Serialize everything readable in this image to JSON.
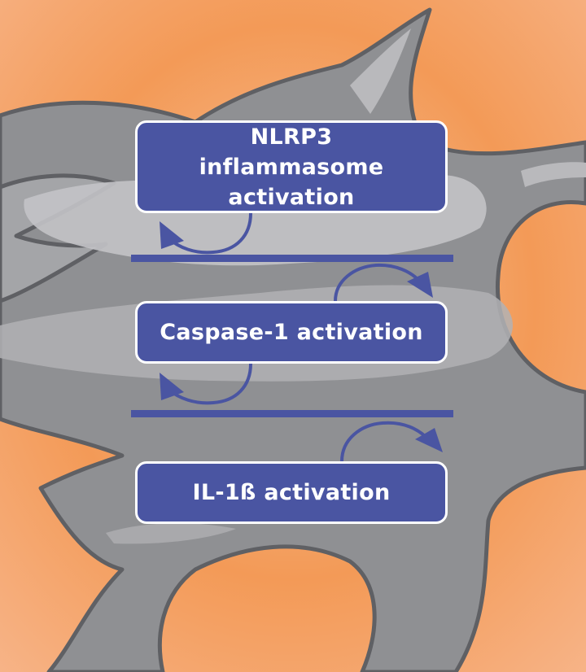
{
  "steps": [
    {
      "label": "NLRP3 inflammasome activation"
    },
    {
      "label": "Caspase-1 activation"
    },
    {
      "label": "IL-1ß activation"
    }
  ],
  "colors": {
    "background_orange": "#f08a3c",
    "background_light": "#f7c7a2",
    "cell_body": "#8f9093",
    "cell_outline": "#5f6064",
    "cell_highlight": "#bdbdc0",
    "box_fill": "#4a55a2",
    "box_border": "#ffffff",
    "arrow": "#4a55a2"
  }
}
